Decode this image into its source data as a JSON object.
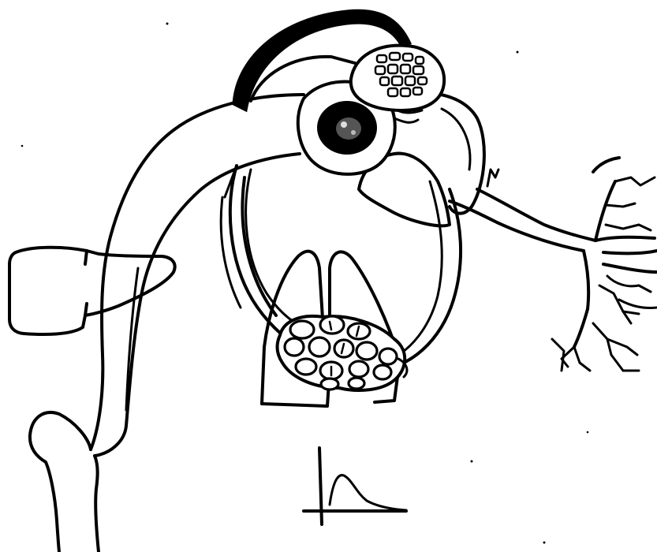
{
  "figure": {
    "colors": {
      "ink": "#000000",
      "paper": "#ffffff"
    },
    "parts": [
      "cap-arc",
      "ganglion-upper-right",
      "ganglion-lower",
      "eye-bulb",
      "pupil",
      "bent-arm",
      "hand-block",
      "lower-bone",
      "spout-plate",
      "branched-tree",
      "decay-curve-graph"
    ]
  }
}
